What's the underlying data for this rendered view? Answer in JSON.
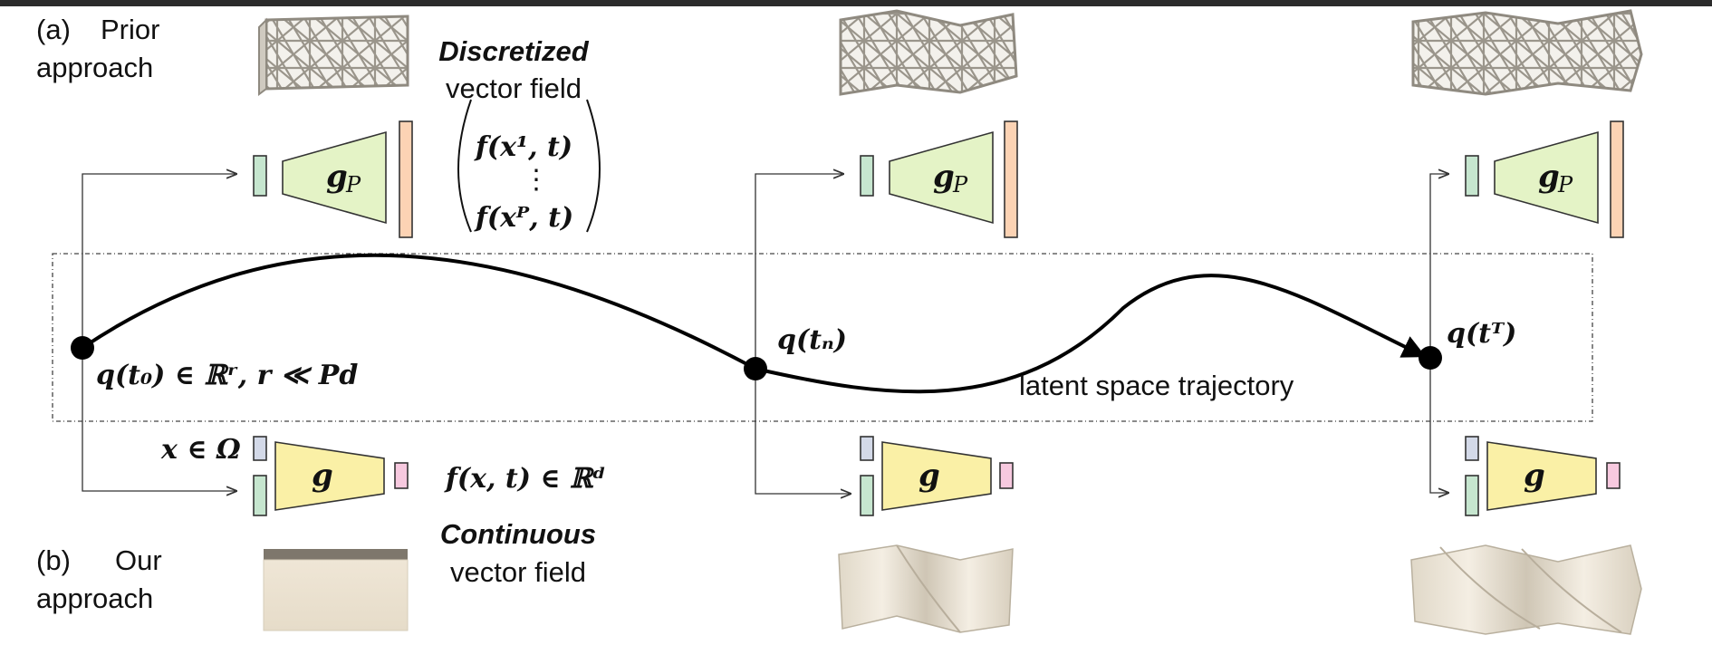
{
  "prior": {
    "tag": "(a)",
    "line1": "Prior",
    "line2": "approach",
    "field_emph": "Discretized",
    "field_rest": "vector field",
    "net_label": "g",
    "net_sub": "P",
    "vec_top": "f(x¹, t)",
    "vec_dots": "⋮",
    "vec_bottom": "f(xᴾ, t)"
  },
  "ours": {
    "tag": "(b)",
    "line1": "Our",
    "line2": "approach",
    "field_emph": "Continuous",
    "field_rest": "vector field",
    "net_label": "g",
    "input_label": "x ∈ Ω",
    "output_label": "f(x, t) ∈ ℝᵈ"
  },
  "latent": {
    "q0": "q(t₀) ∈ ℝʳ, r ≪ Pd",
    "qn": "q(tₙ)",
    "qT": "q(tᵀ)",
    "trajectory": "latent space trajectory"
  },
  "colors": {
    "latent_green": "#c6e6cf",
    "decoder_green": "#e4f3c6",
    "output_orange": "#fcd3b4",
    "coord_blue": "#d3d9e8",
    "decoder_yellow": "#faf0a6",
    "output_pink": "#f7c9df",
    "solid_beige": "#ede4d4"
  }
}
